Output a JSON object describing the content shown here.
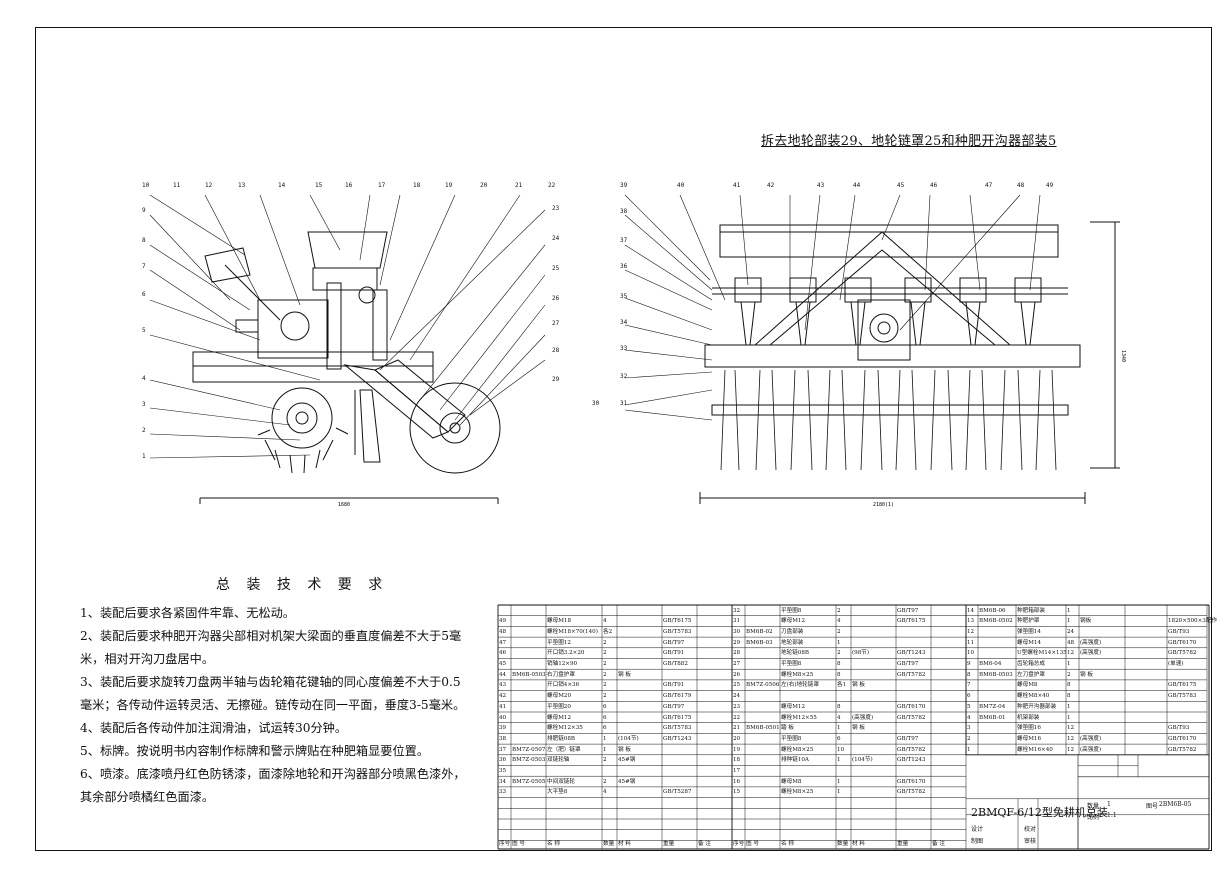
{
  "header": "拆去地轮部装29、地轮链罩25和种肥开沟器部装5",
  "requirements": {
    "title": "总 装 技 术 要 求",
    "lines": [
      "1、装配后要求各紧固件牢靠、无松动。",
      "2、装配后要求种肥开沟器尖部相对机架大梁面的垂直度偏差不大于5毫",
      "米，相对开沟刀盘居中。",
      "3、装配后要求旋转刀盘两半轴与齿轮箱花键轴的同心度偏差不大于0.5",
      "毫米；各传动件运转灵活、无擦碰。链传动在同一平面，垂度3-5毫米。",
      "4、装配后各传动件加注润滑油，试运转30分钟。",
      "5、标牌。按说明书内容制作标牌和警示牌贴在种肥箱显要位置。",
      "6、喷漆。底漆喷丹红色防锈漆，面漆除地轮和开沟器部分喷黑色漆外，",
      "其余部分喷橘红色面漆。"
    ]
  },
  "dims": {
    "side_width": "1680",
    "front_width": "2180(1)",
    "front_height": "1340"
  },
  "side_balloons": [
    "10",
    "11",
    "12",
    "13",
    "14",
    "15",
    "16",
    "17",
    "18",
    "19",
    "20",
    "21",
    "22",
    "9",
    "8",
    "7",
    "6",
    "5",
    "4",
    "3",
    "2",
    "1",
    "23",
    "24",
    "25",
    "26",
    "27",
    "28",
    "29"
  ],
  "front_balloons": [
    "39",
    "40",
    "41",
    "42",
    "43",
    "44",
    "45",
    "46",
    "47",
    "48",
    "49",
    "38",
    "37",
    "36",
    "35",
    "34",
    "33",
    "32",
    "31",
    "30"
  ],
  "bom_left": [
    [
      "49",
      "",
      "螺母M18",
      "4",
      "",
      "GB/T6175",
      ""
    ],
    [
      "48",
      "",
      "螺栓M18×70(140)",
      "各2",
      "",
      "GB/T5783",
      ""
    ],
    [
      "47",
      "",
      "平垫圈12",
      "2",
      "",
      "GB/T97",
      ""
    ],
    [
      "46",
      "",
      "开口销3.2×20",
      "2",
      "",
      "GB/T91",
      ""
    ],
    [
      "45",
      "",
      "销轴12×90",
      "2",
      "",
      "GB/T882",
      ""
    ],
    [
      "44",
      "BM6B-0503",
      "右刀盘护罩",
      "2",
      "钢 板",
      "",
      ""
    ],
    [
      "43",
      "",
      "开口销4×36",
      "2",
      "",
      "GB/T91",
      ""
    ],
    [
      "42",
      "",
      "螺母M20",
      "2",
      "",
      "GB/T6179",
      ""
    ],
    [
      "41",
      "",
      "平垫圈20",
      "6",
      "",
      "GB/T97",
      ""
    ],
    [
      "40",
      "",
      "螺母M12",
      "6",
      "",
      "GB/T6175",
      ""
    ],
    [
      "39",
      "",
      "螺栓M12×35",
      "6",
      "",
      "GB/T5783",
      ""
    ],
    [
      "38",
      "",
      "排肥链08B",
      "1",
      "(104节)",
      "GB/T1243",
      ""
    ],
    [
      "37",
      "BM7Z-0507",
      "左（肥）链罩",
      "1",
      "钢 板",
      "",
      ""
    ],
    [
      "36",
      "BM7Z-0503",
      "双链轮轴",
      "2",
      "45#钢",
      "",
      ""
    ],
    [
      "35",
      "",
      "",
      "",
      "",
      "",
      ""
    ],
    [
      "34",
      "BM7Z-0505",
      "中间双链轮",
      "2",
      "45#钢",
      "",
      ""
    ],
    [
      "33",
      "",
      "大平垫8",
      "4",
      "",
      "GB/T5287",
      ""
    ]
  ],
  "bom_mid": [
    [
      "32",
      "",
      "平垫圈8",
      "2",
      "",
      "GB/T97",
      ""
    ],
    [
      "31",
      "",
      "螺母M12",
      "4",
      "",
      "GB/T6175",
      ""
    ],
    [
      "30",
      "BM6B-02",
      "刀盘部装",
      "2",
      "",
      "",
      ""
    ],
    [
      "29",
      "BM6B-03",
      "地轮部装",
      "1",
      "",
      "",
      ""
    ],
    [
      "28",
      "",
      "地轮链08B",
      "2",
      "(98节)",
      "GB/T1243",
      ""
    ],
    [
      "27",
      "",
      "平垫圈8",
      "8",
      "",
      "GB/T97",
      ""
    ],
    [
      "26",
      "",
      "螺栓M8×25",
      "8",
      "",
      "GB/T5782",
      ""
    ],
    [
      "25",
      "BM7Z-0506",
      "左(右)地轮链罩",
      "各1",
      "钢 板",
      "",
      ""
    ],
    [
      "24",
      "",
      "",
      "",
      "",
      "",
      ""
    ],
    [
      "23",
      "",
      "螺母M12",
      "8",
      "",
      "GB/T6170",
      ""
    ],
    [
      "22",
      "",
      "螺栓M12×55",
      "4",
      "(高强度)",
      "GB/T5782",
      ""
    ],
    [
      "21",
      "BM6B-0501",
      "踏 板",
      "1",
      "钢 板",
      "",
      ""
    ],
    [
      "20",
      "",
      "平垫圈8",
      "6",
      "",
      "GB/T97",
      ""
    ],
    [
      "19",
      "",
      "螺栓M8×25",
      "10",
      "",
      "GB/T5782",
      ""
    ],
    [
      "18",
      "",
      "排种链10A",
      "1",
      "(104节)",
      "GB/T1243",
      ""
    ],
    [
      "17",
      "",
      "",
      "",
      "",
      "",
      ""
    ],
    [
      "16",
      "",
      "螺母M8",
      "1",
      "",
      "GB/T6170",
      ""
    ],
    [
      "15",
      "",
      "螺栓M8×25",
      "1",
      "",
      "GB/T5782",
      ""
    ]
  ],
  "bom_right": [
    [
      "14",
      "BM6B-06",
      "种肥箱部装",
      "1",
      "",
      "",
      ""
    ],
    [
      "13",
      "BM6B-0502",
      "种肥护罩",
      "1",
      "钢板",
      "",
      "1820×500×3配作"
    ],
    [
      "12",
      "",
      "弹垫圈14",
      "24",
      "",
      "",
      "GB/T93"
    ],
    [
      "11",
      "",
      "螺母M14",
      "48",
      "(高强度)",
      "",
      "GB/T6170"
    ],
    [
      "10",
      "",
      "U型螺栓M14×135",
      "12",
      "(高强度)",
      "",
      "GB/T5782"
    ],
    [
      "9",
      "BM6-04",
      "齿轮箱总成",
      "1",
      "",
      "",
      "(单速)"
    ],
    [
      "8",
      "BM6B-0503",
      "左刀盘护罩",
      "2",
      "钢 板",
      "",
      ""
    ],
    [
      "7",
      "",
      "螺母M8",
      "8",
      "",
      "",
      "GB/T6175"
    ],
    [
      "6",
      "",
      "螺栓M8×40",
      "8",
      "",
      "",
      "GB/T5783"
    ],
    [
      "5",
      "BM7Z-04",
      "种肥开沟器部装",
      "1",
      "",
      "",
      ""
    ],
    [
      "4",
      "BM6B-01",
      "机架部装",
      "1",
      "",
      "",
      ""
    ],
    [
      "3",
      "",
      "弹垫圈16",
      "12",
      "",
      "",
      "GB/T93"
    ],
    [
      "2",
      "",
      "螺母M16",
      "12",
      "(高强度)",
      "",
      "GB/T6170"
    ],
    [
      "1",
      "",
      "螺栓M16×40",
      "12",
      "(高强度)",
      "",
      "GB/T5782"
    ]
  ],
  "bom_footer": [
    "序号",
    "图 号",
    "名 称",
    "数量",
    "材 料",
    "重量",
    "备 注"
  ],
  "title_block": {
    "drawing_title": "2BMQF-6/12型免耕机总装",
    "qty_label": "数量",
    "qty_value": "1",
    "scale_label": "比例",
    "scale_value": "1:1",
    "dwg_label": "图号",
    "dwg_value": "2BM6B-05",
    "design_label": "设计",
    "check_label": "校对",
    "draw_label": "制图",
    "review_label": "审核"
  }
}
